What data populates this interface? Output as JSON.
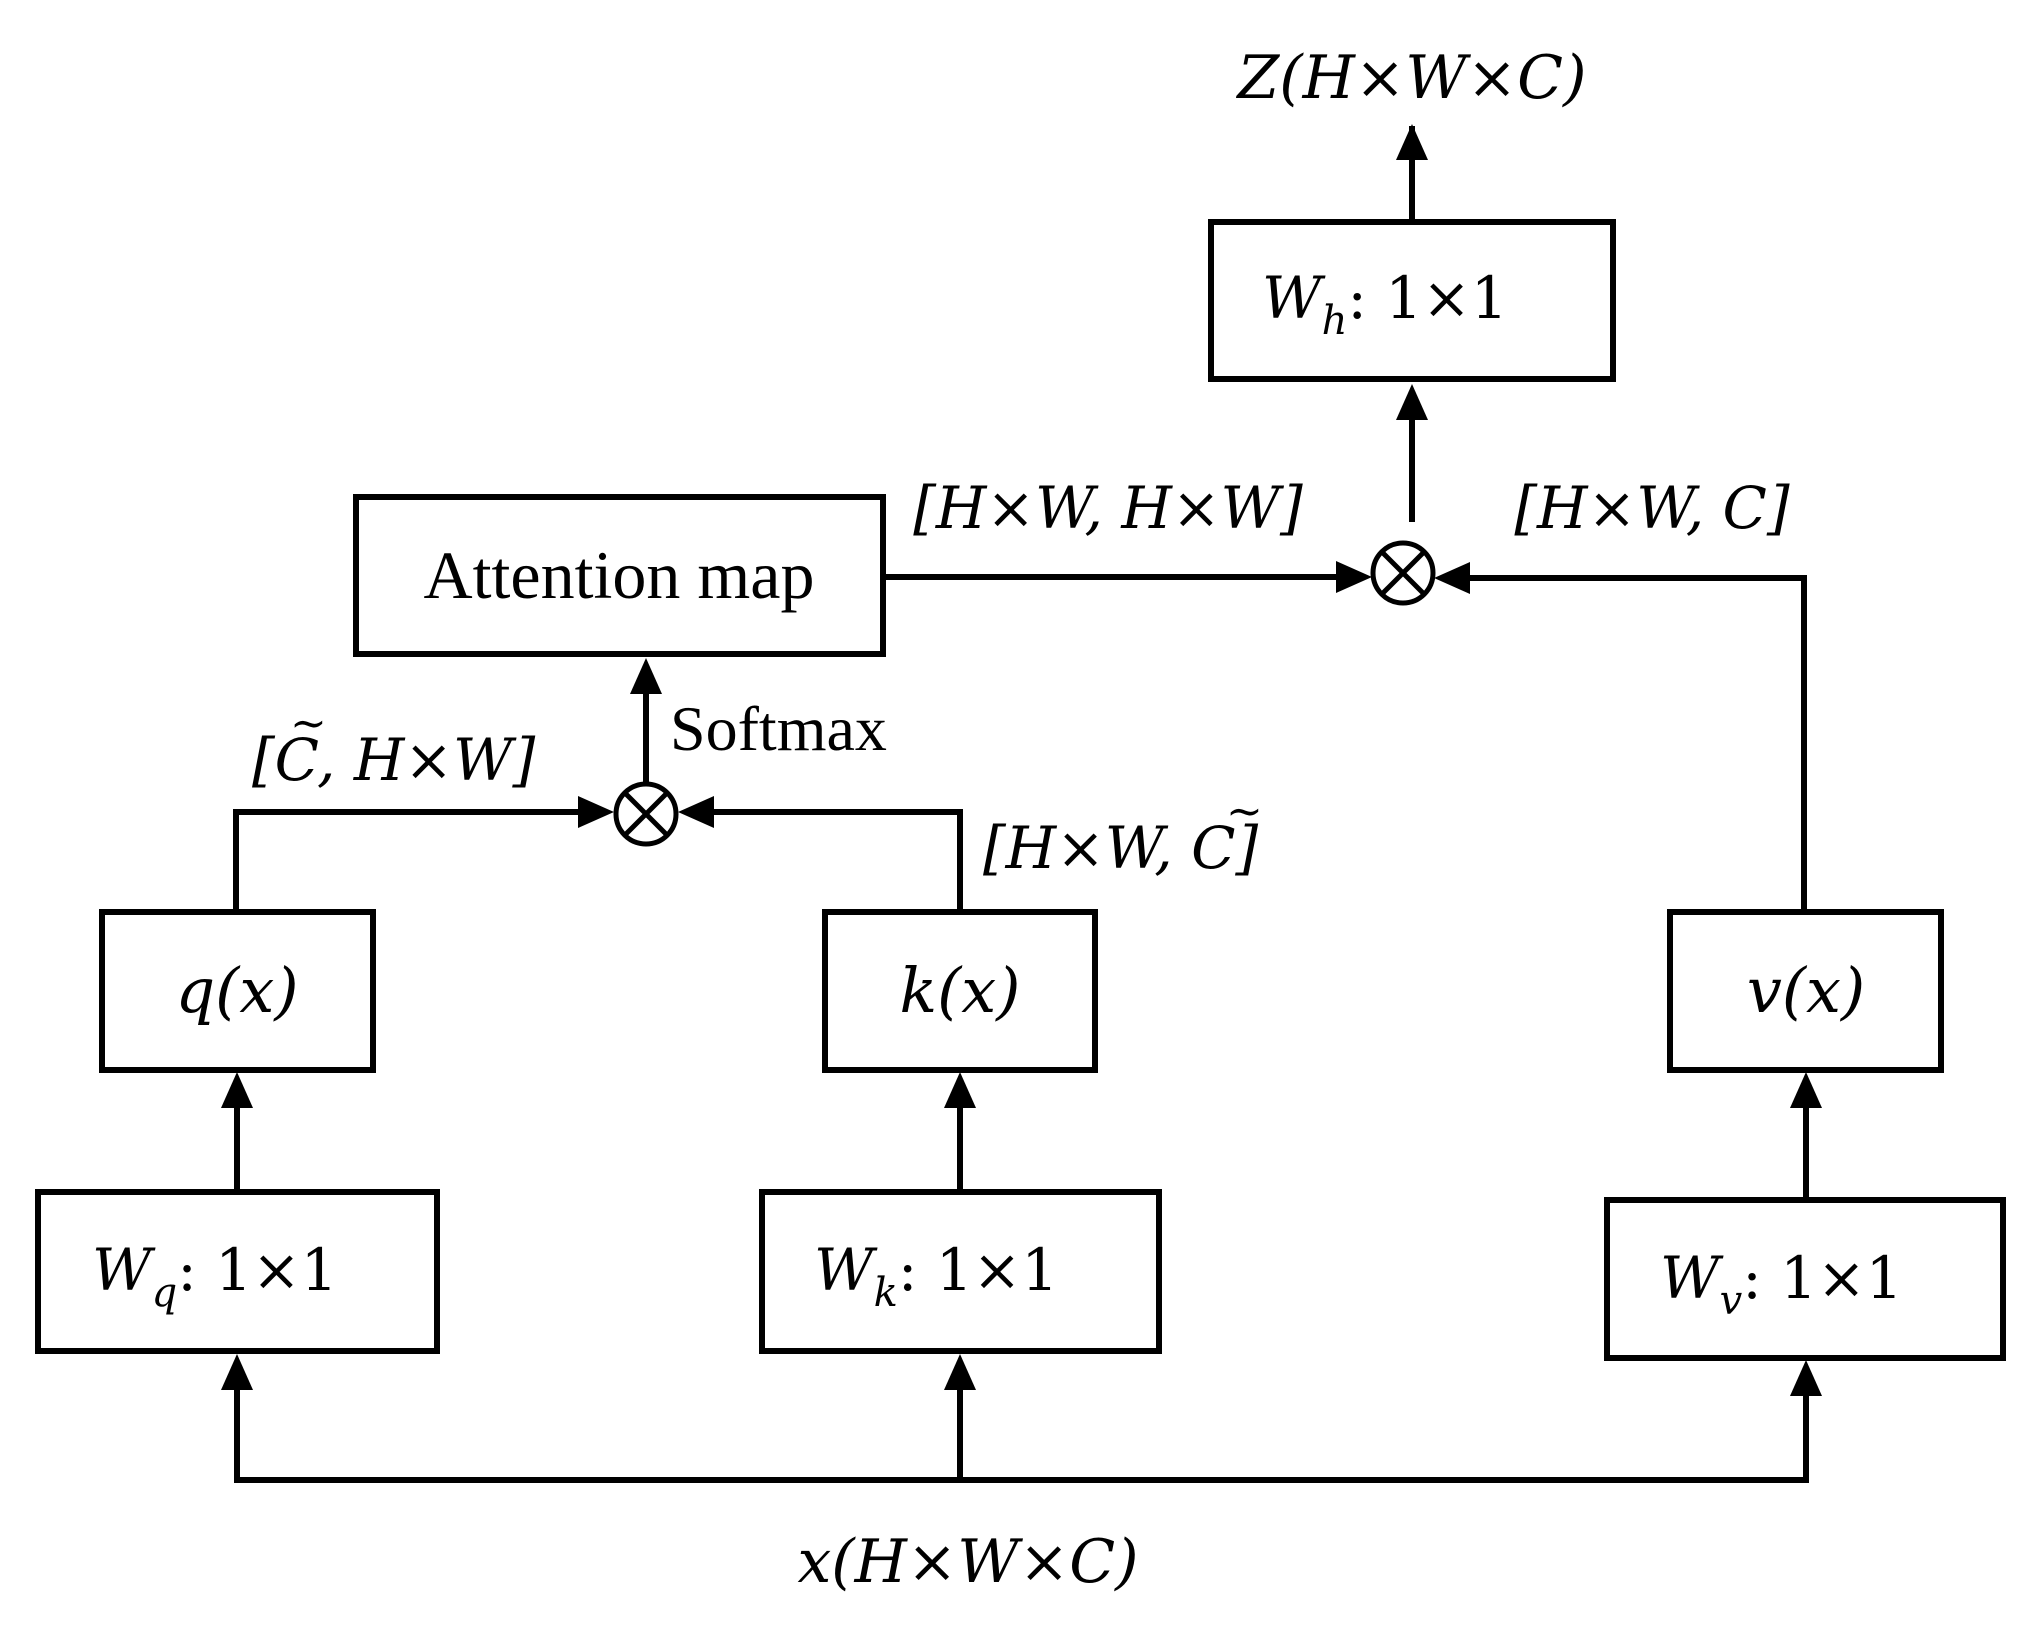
{
  "diagram": {
    "output": "Z(H×W×C)",
    "input": "x(H×W×C)",
    "boxes": {
      "wh": {
        "symbol": "W",
        "subscript": "h",
        "suffix": ": 1×1"
      },
      "wq": {
        "symbol": "W",
        "subscript": "q",
        "suffix": ": 1×1"
      },
      "wk": {
        "symbol": "W",
        "subscript": "k",
        "suffix": ": 1×1"
      },
      "wv": {
        "symbol": "W",
        "subscript": "v",
        "suffix": ": 1×1"
      },
      "q": "q(x)",
      "k": "k(x)",
      "v": "v(x)",
      "attention": "Attention map"
    },
    "labels": {
      "attn_to_mult": "[H×W, H×W]",
      "v_to_mult": "[H×W, C]",
      "q_to_mult_pre": "[",
      "q_to_mult_ctilde": "C",
      "q_to_mult_post": ", H×W]",
      "k_to_mult_pre": "[H×W, ",
      "k_to_mult_ctilde": "C",
      "k_to_mult_post": "]",
      "tilde": "~",
      "softmax": "Softmax"
    },
    "operator_symbol": "⊗"
  }
}
